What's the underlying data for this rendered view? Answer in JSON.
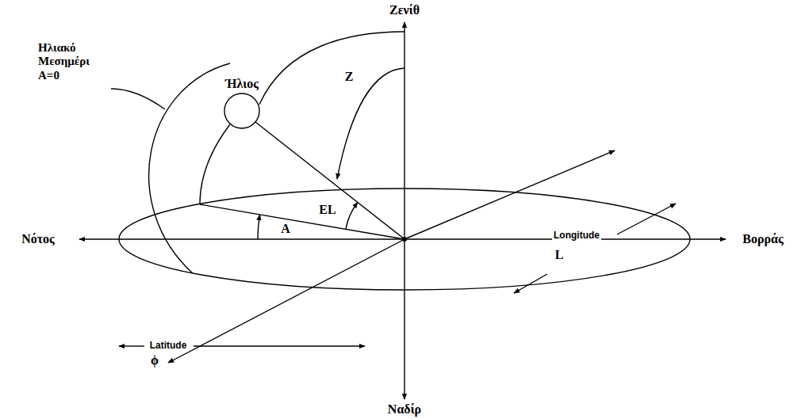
{
  "diagram": {
    "labels": [
      "Ζενίθ",
      "Ηλιακό Μεσημέρι A=0",
      "Ήλιος",
      "Z",
      "EL",
      "A",
      "Νότος",
      "Βορράς",
      "Longitude",
      "L",
      "Latitude",
      "ϕ",
      "Ναδίρ"
    ]
  }
}
